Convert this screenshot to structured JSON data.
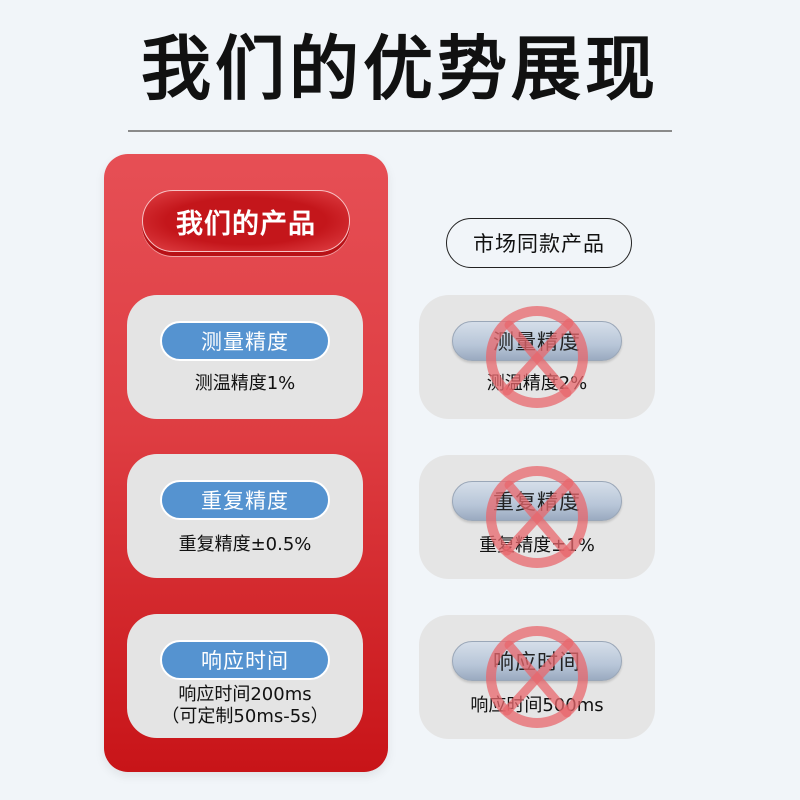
{
  "header": {
    "title": "我们的优势展现"
  },
  "ours": {
    "label": "我们的产品",
    "accent_color": "#e04a50",
    "cards": [
      {
        "title": "测量精度",
        "desc_line1": "测温精度1%",
        "desc_line2": ""
      },
      {
        "title": "重复精度",
        "desc_line1": "重复精度±0.5%",
        "desc_line2": ""
      },
      {
        "title": "响应时间",
        "desc_line1": "响应时间200ms",
        "desc_line2": "（可定制50ms-5s）"
      }
    ]
  },
  "market": {
    "label": "市场同款产品",
    "cross_icon": "red-circle-x-icon",
    "cross_color": "#e8676c",
    "cards": [
      {
        "title": "测量精度",
        "desc_line1": "测温精度2%"
      },
      {
        "title": "重复精度",
        "desc_line1": "重复精度±1%"
      },
      {
        "title": "响应时间",
        "desc_line1": "响应时间500ms"
      }
    ]
  }
}
